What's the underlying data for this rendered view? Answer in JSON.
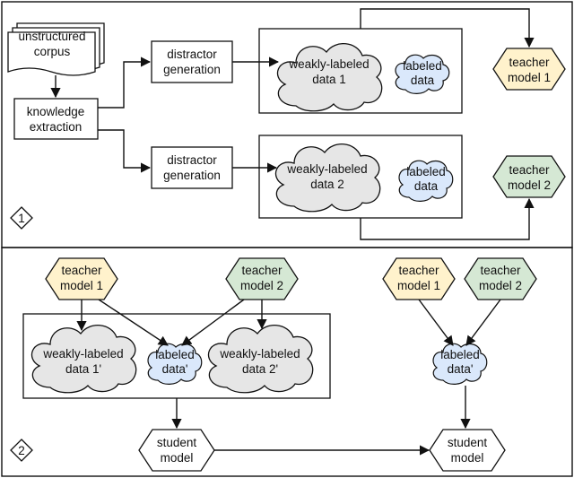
{
  "corpus": {
    "line1": "unstructured",
    "line2": "corpus"
  },
  "knowledge_extraction": {
    "line1": "knowledge",
    "line2": "extraction"
  },
  "distractor_1": {
    "line1": "distractor",
    "line2": "generation"
  },
  "distractor_2": {
    "line1": "distractor",
    "line2": "generation"
  },
  "weak_data_1": {
    "line1": "weakly-labeled",
    "line2": "data 1"
  },
  "weak_data_2": {
    "line1": "weakly-labeled",
    "line2": "data 2"
  },
  "labeled_1": {
    "line1": "labeled",
    "line2": "data"
  },
  "labeled_2": {
    "line1": "labeled",
    "line2": "data"
  },
  "teacher_1": {
    "line1": "teacher",
    "line2": "model 1"
  },
  "teacher_2": {
    "line1": "teacher",
    "line2": "model 2"
  },
  "stage1": {
    "label": "1"
  },
  "stage2": {
    "label": "2"
  },
  "s2_teacher_1": {
    "line1": "teacher",
    "line2": "model 1"
  },
  "s2_teacher_2": {
    "line1": "teacher",
    "line2": "model 2"
  },
  "s2_weak_1": {
    "line1": "weakly-labeled",
    "line2": "data 1'"
  },
  "s2_weak_2": {
    "line1": "weakly-labeled",
    "line2": "data 2'"
  },
  "s2_labeled": {
    "line1": "labeled",
    "line2": "data'"
  },
  "s2_student": {
    "line1": "student",
    "line2": "model"
  },
  "r_teacher_1": {
    "line1": "teacher",
    "line2": "model 1"
  },
  "r_teacher_2": {
    "line1": "teacher",
    "line2": "model 2"
  },
  "r_labeled": {
    "line1": "labeled",
    "line2": "data'"
  },
  "r_student": {
    "line1": "student",
    "line2": "model"
  },
  "colors": {
    "teacher_1_fill": "#fff2cc",
    "teacher_2_fill": "#d5e8d4",
    "weak_cloud_fill": "#e6e6e6",
    "labeled_cloud_fill": "#dae8fb"
  }
}
